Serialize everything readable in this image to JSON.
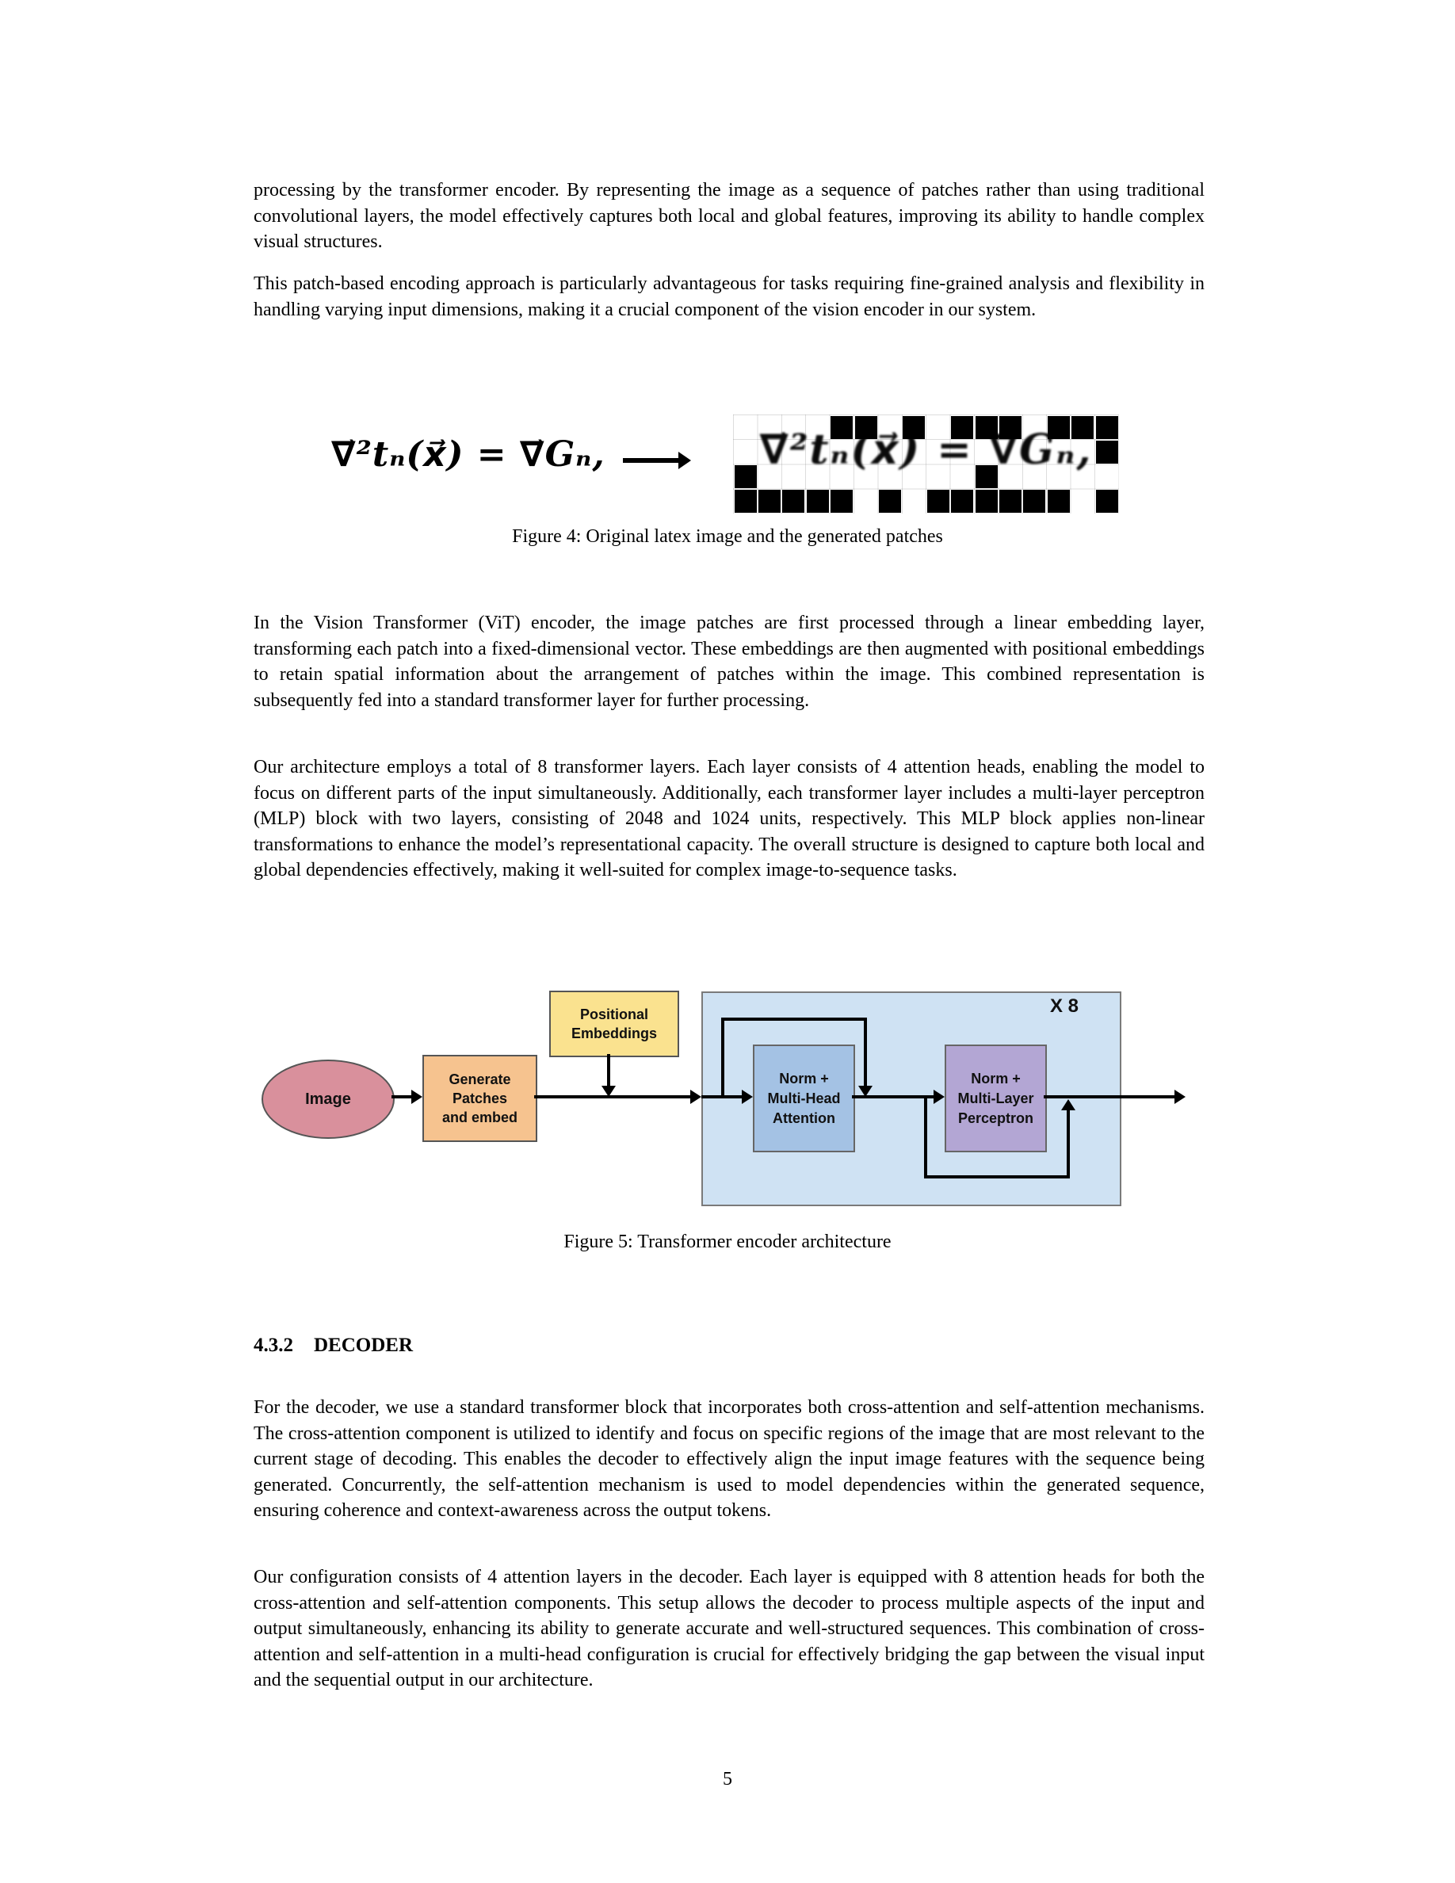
{
  "paragraphs": {
    "p1": "processing by the transformer encoder. By representing the image as a sequence of patches rather than using traditional convolutional layers, the model effectively captures both local and global features, improving its ability to handle complex visual structures.",
    "p2": "This patch-based encoding approach is particularly advantageous for tasks requiring fine-grained analysis and flexibility in handling varying input dimensions, making it a crucial component of the vision encoder in our system.",
    "p3": "In the Vision Transformer (ViT) encoder, the image patches are first processed through a linear embedding layer, transforming each patch into a fixed-dimensional vector. These embeddings are then augmented with positional embeddings to retain spatial information about the arrangement of patches within the image.  This combined representation is subsequently fed into a standard transformer layer for further processing.",
    "p4": "Our architecture employs a total of 8 transformer layers. Each layer consists of 4 attention heads, enabling the model to focus on different parts of the input simultaneously.  Additionally, each transformer layer includes a multi-layer perceptron (MLP) block with two layers, consisting of 2048 and 1024 units, respectively.  This MLP block applies non-linear transformations to enhance the model’s representational capacity. The overall structure is designed to capture both local and global dependencies effectively, making it well-suited for complex image-to-sequence tasks.",
    "p5": "For the decoder, we use a standard transformer block that incorporates both cross-attention and self-attention mechanisms. The cross-attention component is utilized to identify and focus on specific regions of the image that are most relevant to the current stage of decoding. This enables the decoder to effectively align the input image features with the sequence being generated. Concurrently, the self-attention mechanism is used to model dependencies within the generated sequence, ensuring coherence and context-awareness across the output tokens.",
    "p6": "Our configuration consists of 4 attention layers in the decoder. Each layer is equipped with 8 attention heads for both the cross-attention and self-attention components. This setup allows the decoder to process multiple aspects of the input and output simultaneously, enhancing its ability to generate accurate and well-structured sequences. This combination of cross-attention and self-attention in a multi-head configuration is crucial for effectively bridging the gap between the visual input and the sequential output in our architecture."
  },
  "figure4": {
    "equation": "∇⃗²tₙ(x⃗) = ∇⃗Gₙ,",
    "patch_equation": "∇⃗²tₙ(x⃗) = ∇⃗Gₙ,",
    "caption": "Figure 4: Original latex image and the generated patches",
    "black_cells": [
      [
        0,
        4
      ],
      [
        0,
        5
      ],
      [
        0,
        7
      ],
      [
        0,
        9
      ],
      [
        0,
        10
      ],
      [
        0,
        11
      ],
      [
        0,
        13
      ],
      [
        0,
        14
      ],
      [
        0,
        15
      ],
      [
        1,
        15
      ],
      [
        2,
        0
      ],
      [
        2,
        10
      ],
      [
        3,
        0
      ],
      [
        3,
        1
      ],
      [
        3,
        2
      ],
      [
        3,
        3
      ],
      [
        3,
        4
      ],
      [
        3,
        6
      ],
      [
        3,
        8
      ],
      [
        3,
        9
      ],
      [
        3,
        10
      ],
      [
        3,
        11
      ],
      [
        3,
        12
      ],
      [
        3,
        13
      ],
      [
        3,
        15
      ]
    ]
  },
  "figure5": {
    "caption": "Figure 5: Transformer encoder architecture",
    "image_label": "Image",
    "gen_l1": "Generate Patches",
    "gen_l2": "and embed",
    "pos_l1": "Positional",
    "pos_l2": "Embeddings",
    "attn_l1": "Norm +",
    "attn_l2": "Multi-Head",
    "attn_l3": "Attention",
    "mlp_l1": "Norm +",
    "mlp_l2": "Multi-Layer",
    "mlp_l3": "Perceptron",
    "repeat_label": "X 8",
    "colors": {
      "ellipse": "#d9909c",
      "generate": "#f6c38f",
      "positional": "#fae28f",
      "encoder_bg": "#cfe2f3",
      "attention": "#a4c2e4",
      "mlp": "#b3a6d4"
    }
  },
  "heading": {
    "number": "4.3.2",
    "title": "DECODER"
  },
  "page_number": "5"
}
